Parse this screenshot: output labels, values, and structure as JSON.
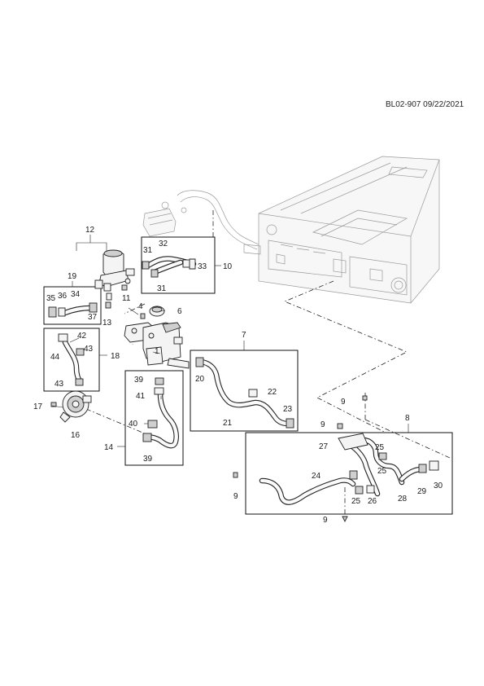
{
  "header": {
    "reference": "BL02-907 09/22/2021"
  },
  "callouts": {
    "c1": "1",
    "c4": "4",
    "c6": "6",
    "c7": "7",
    "c8": "8",
    "c9": "9",
    "c10": "10",
    "c11": "11",
    "c12": "12",
    "c13": "13",
    "c14": "14",
    "c16": "16",
    "c17": "17",
    "c18": "18",
    "c19": "19",
    "c20": "20",
    "c21": "21",
    "c22": "22",
    "c23": "23",
    "c24": "24",
    "c25": "25",
    "c26": "26",
    "c27": "27",
    "c28": "28",
    "c29": "29",
    "c30": "30",
    "c31": "31",
    "c32": "32",
    "c33": "33",
    "c34": "34",
    "c35": "35",
    "c36": "36",
    "c37": "37",
    "c39": "39",
    "c40": "40",
    "c41": "41",
    "c42": "42",
    "c43": "43",
    "c44": "44"
  }
}
